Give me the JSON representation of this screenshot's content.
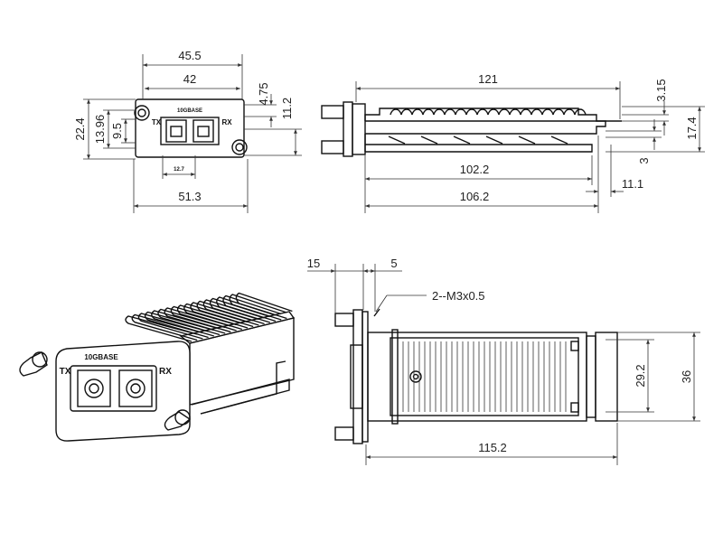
{
  "front_view": {
    "width_top": "45.5",
    "width_inner": "42",
    "height_right_a": "4.75",
    "height_right_b": "11.2",
    "height_left_total": "22.4",
    "height_left_mid": "13.96",
    "height_left_small": "9.5",
    "port_pitch": "12.7",
    "width_bottom": "51.3",
    "label_tx": "TX",
    "label_rx": "RX",
    "label_brand": "10GBASE"
  },
  "side_view": {
    "length_total": "121",
    "dim_3_15": "3.15",
    "dim_17_4": "17.4",
    "dim_3": "3",
    "dim_102_2": "102.2",
    "dim_106_2": "106.2",
    "dim_11_1": "11.1"
  },
  "top_view": {
    "dim_15": "15",
    "dim_5": "5",
    "thread_note": "2--M3x0.5",
    "dim_29_2": "29.2",
    "dim_36": "36",
    "dim_115_2": "115.2"
  },
  "iso_view": {
    "label_brand": "10GBASE",
    "label_tx": "TX",
    "label_rx": "RX"
  }
}
